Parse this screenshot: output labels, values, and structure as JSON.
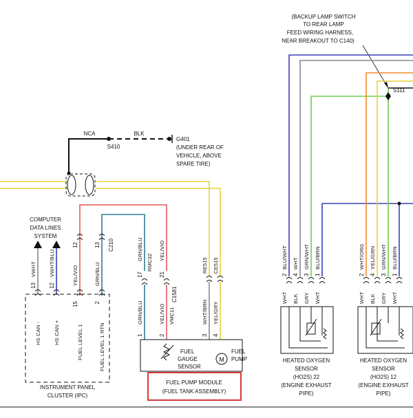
{
  "colors": {
    "yellow": "#e8d23a",
    "red": "#e05a5a",
    "teal": "#2a7f8f",
    "blue": "#3b3fb3",
    "green": "#6ccf4a",
    "orange": "#ee8a2a",
    "black": "#111111",
    "gray": "#888888",
    "highlight": "#d43a3a"
  },
  "notes": {
    "backup_lamp": [
      "(BACKUP LAMP SWITCH",
      "TO REAR LAMP",
      "FEED WIRING HARNESS,",
      "NEAR BREAKOUT TO C140)"
    ],
    "s111": "S111",
    "ground_wire": {
      "nca": "NCA",
      "blk": "BLK",
      "s410": "S410",
      "g401": "G401",
      "location": [
        "(UNDER REAR OF",
        "VEHICLE, ABOVE",
        "SPARE TIRE)"
      ]
    },
    "computer_data_lines": [
      "COMPUTER",
      "DATA LINES",
      "SYSTEM"
    ]
  },
  "connectors": {
    "c210": "C210",
    "c1581": "C1581"
  },
  "ipc": {
    "name": [
      "INSTRUMENT PANEL",
      "CLUSTER (IPC)"
    ],
    "pins": [
      {
        "num": "13",
        "color": "VWHT",
        "label": "HS CAN -"
      },
      {
        "num": "12",
        "color": "VWHT/BLU",
        "label": "HS CAN +"
      },
      {
        "num": "15",
        "color": "YEL/VIO",
        "label": "FUEL LEVEL 1"
      },
      {
        "num": "2",
        "color": "GRN/BLU",
        "label": "FUEL LEVEL 1 RTN"
      }
    ]
  },
  "c210_wires": [
    {
      "pin": "12",
      "color": "YEL/VIO"
    },
    {
      "pin": "13",
      "color": "GRN/BLU"
    }
  ],
  "c1581_wires": [
    {
      "pin": "17",
      "color": "GRN/BLU",
      "circuit": "RMC32"
    },
    {
      "pin": "21",
      "color": "YEL/VIO",
      "circuit": "VMC11"
    }
  ],
  "module_wires": [
    {
      "pin": "1",
      "color": "GRN/BLU"
    },
    {
      "pin": "2",
      "color": "YEL/VIO"
    },
    {
      "pin": "3",
      "color": "WHT/BRN",
      "circuit": "RE515"
    },
    {
      "pin": "4",
      "color": "YEL/GRY",
      "circuit": "CE515"
    }
  ],
  "fuel_module": {
    "gauge_sensor": [
      "FUEL",
      "GAUGE",
      "SENSOR"
    ],
    "pump": [
      "FUEL",
      "PUMP"
    ],
    "pump_symbol": "M",
    "name": [
      "FUEL PUMP MODULE",
      "(FUEL TANK ASSEMBLY)"
    ]
  },
  "sensor_22": {
    "wires": [
      {
        "pin": "2",
        "color": "BLU/WHT",
        "lead": "WHT"
      },
      {
        "pin": "4",
        "color": "WHT",
        "lead": "BLK"
      },
      {
        "pin": "3",
        "color": "GRN/WHT",
        "lead": "GRY"
      },
      {
        "pin": "1",
        "color": "BLU/BRN",
        "lead": "WHT"
      }
    ],
    "name": [
      "HEATED OXYGEN",
      "SENSOR",
      "(HO2S) 22",
      "(ENGINE EXHAUST",
      "PIPE)"
    ]
  },
  "sensor_12": {
    "wires": [
      {
        "pin": "2",
        "color": "WHT/ORG",
        "lead": "WHT"
      },
      {
        "pin": "4",
        "color": "YEL/GRN",
        "lead": "BLK"
      },
      {
        "pin": "3",
        "color": "GRN/WHT",
        "lead": "GRY"
      },
      {
        "pin": "1",
        "color": "BLU/BRN",
        "lead": "WHT"
      }
    ],
    "name": [
      "HEATED OXYGEN",
      "SENSOR",
      "(HO2S) 12",
      "(ENGINE EXHAUST",
      "PIPE)"
    ]
  }
}
